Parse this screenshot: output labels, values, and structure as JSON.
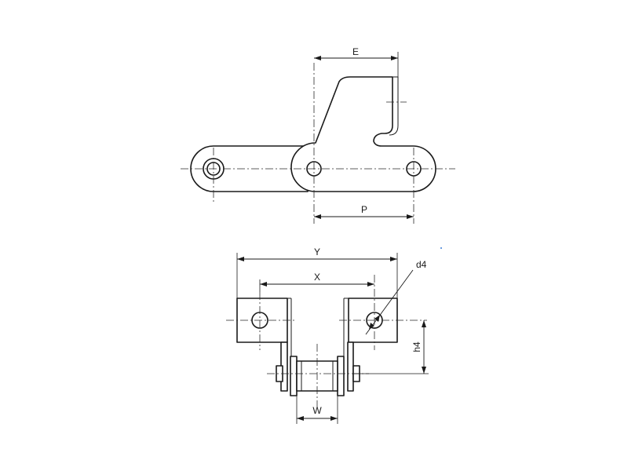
{
  "figure": {
    "labels": {
      "E": "E",
      "P": "P",
      "Y": "Y",
      "X": "X",
      "d4": "d4",
      "h4": "h4",
      "W": "W"
    },
    "colors": {
      "line": "#1a1a1a",
      "background": "#ffffff"
    }
  }
}
